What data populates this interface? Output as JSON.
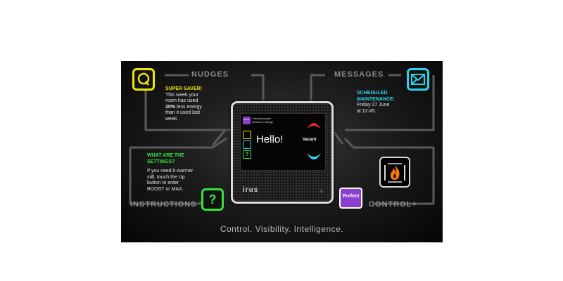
{
  "nudges": {
    "label": "NUDGES",
    "heading": "SUPER SAVER!",
    "line1": "This week your",
    "line2": "room has used",
    "percent": "20%",
    "line3_rest": " less energy",
    "line4": "than it used last",
    "line5": "week."
  },
  "messages": {
    "label": "MESSAGES",
    "heading1": "SCHEDULED",
    "heading2": "MAINTENANCE:",
    "line1": "Friday 27 June",
    "line2": "at 12:45."
  },
  "instructions": {
    "label": "INSTRUCTIONS",
    "heading1": "WHAT ARE THE",
    "heading2": "SETTINGS?",
    "line1": "If you need it warmer",
    "line2": "still, touch the Up",
    "line3": "button to enter",
    "line4": "BOOST or MAX."
  },
  "control": {
    "label": "CONTROL+",
    "prefect_label": "Prefect"
  },
  "device": {
    "brand": "irus",
    "screen_tagline1": "Cleverly simple",
    "screen_tagline2": "control of energy",
    "greeting": "Hello!",
    "status": "Vacant",
    "logo_text": "Prefect"
  },
  "tagline": "Control. Visibility. Intelligence.",
  "colors": {
    "yellow": "#f2e600",
    "cyan": "#29d4ee",
    "green": "#34e43a",
    "orange": "#ff7a00",
    "purple": "#8a3fcf"
  },
  "icons": {
    "nudges": "speech-q-icon",
    "messages": "envelope-icon",
    "instructions": "question-icon",
    "control": "flame-icon"
  }
}
